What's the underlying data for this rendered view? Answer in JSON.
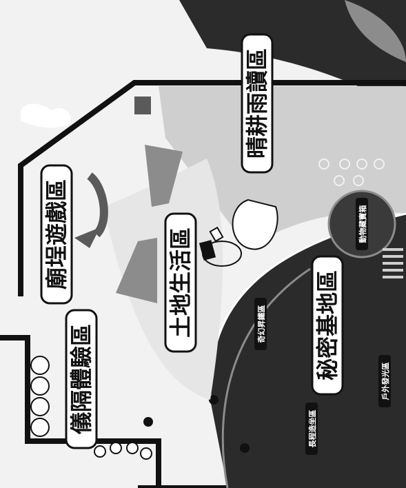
{
  "map": {
    "colors": {
      "background": "#f2f2f2",
      "dark": "#2b2b2b",
      "mid": "#8c8c8c",
      "light": "#cfcfcf",
      "outline": "#111111"
    },
    "zones": {
      "temple_games": "廟埕遊戲區",
      "land_life": "土地生活區",
      "ritual_experience": "儀隔體驗區",
      "farming_rain": "晴耕雨讀區",
      "secret_base": "秘密基地區"
    },
    "small_labels": {
      "tl1": "動物藏寶箱",
      "tl2": "奇幻昇鐵區",
      "tl3": "長程造坐區",
      "tl4": "戶外發光區"
    }
  }
}
